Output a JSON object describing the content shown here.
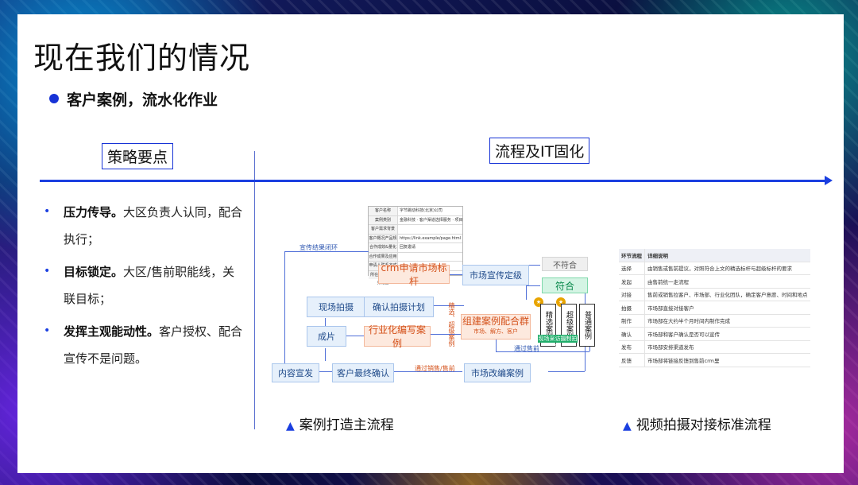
{
  "title": "现在我们的情况",
  "subtitle": "客户案例，流水化作业",
  "left_header": "策略要点",
  "right_header": "流程及IT固化",
  "bullets": [
    {
      "bold": "压力传导。",
      "text": "大区负责人认同，配合执行；"
    },
    {
      "bold": "目标锁定。",
      "text": "大区/售前职能线，关联目标；"
    },
    {
      "bold": "发挥主观能动性。",
      "text": "客户授权、配合宣传不是问题。"
    }
  ],
  "flow": {
    "crm": "crm申请市场标杆",
    "market_promo": "市场宣传定级",
    "not_match": "不符合",
    "match": "符合",
    "site_shoot": "现场拍摄",
    "confirm_plan": "确认拍摄计划",
    "build_group": "组建案例配合群",
    "build_group_sub": "市场、解方、客户",
    "film": "成片",
    "industry_case": "行业化编写案例",
    "content_promo": "内容宣发",
    "client_confirm": "客户最终确认",
    "market_edit": "市场改编案例",
    "feedback_loop": "宣传结果闭环",
    "select_case": "精选案例",
    "super_case": "超级案例",
    "normal_case": "普通案例",
    "via_presales": "通过售前",
    "via_sales": "通过销售/售前",
    "vertical_note": "精选、超级案例",
    "green_bar": "现场采访摄制拍摄",
    "form_rows": [
      [
        "客户名称",
        "字节跳动科技(北京)公司"
      ],
      [
        "案例类别",
        "金融科技 · 客户渠道选择服务 · 项目合作"
      ],
      [
        "客户需求背景",
        ""
      ],
      [
        "客户概况产品规则",
        "https://link.example/page.html"
      ],
      [
        "合作成效&量化",
        "回复邀请"
      ],
      [
        "合作成果及应用",
        ""
      ],
      [
        "申请人联系方式",
        ""
      ],
      [
        "所在区/实际业务范围",
        ""
      ]
    ]
  },
  "table": {
    "headers": [
      "环节流程",
      "详细说明"
    ],
    "rows": [
      [
        "选择",
        "由销售或售前提议，对照符合上文的精选标杆与超级标杆的要求"
      ],
      [
        "发起",
        "由售前统一走流程"
      ],
      [
        "对接",
        "售前或销售拉客户、市场部、行业化团队，确定客户意愿、时间和地点"
      ],
      [
        "拍摄",
        "市场部直接对接客户"
      ],
      [
        "制作",
        "市场部在大约半个月时间内制作完成"
      ],
      [
        "确认",
        "市场部和客户确认是否可以宣传"
      ],
      [
        "发布",
        "市场部安排渠道发布"
      ],
      [
        "反馈",
        "市场部将链接反馈到售前crm里"
      ]
    ]
  },
  "captions": {
    "left": "案例打造主流程",
    "right": "视频拍摄对接标准流程"
  },
  "colors": {
    "accent": "#1b3fe0",
    "orange": "#d4511a",
    "green": "#1fae6a"
  }
}
